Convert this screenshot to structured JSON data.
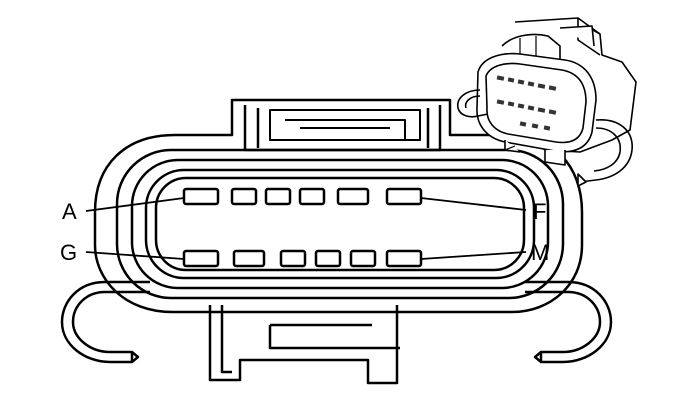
{
  "pin_labels": {
    "row1_left": "A",
    "row1_right": "F",
    "row2_left": "G",
    "row2_right": "M"
  },
  "connector": {
    "row1_cavities": 6,
    "row2_cavities": 6
  },
  "colors": {
    "line": "#000000",
    "background": "#ffffff",
    "shade": "#dcdcdc"
  }
}
